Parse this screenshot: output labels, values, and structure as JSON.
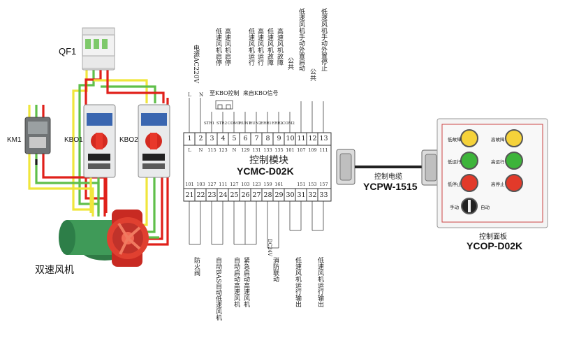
{
  "device_labels": {
    "breaker": "QF1",
    "contactor": "KM1",
    "starter1": "KBO1",
    "starter2": "KBO2",
    "fan": "双速风机"
  },
  "module": {
    "title": "控制模块",
    "model": "YCMC-D02K",
    "top_terminal_numbers": [
      "1",
      "2",
      "3",
      "4",
      "5",
      "6",
      "7",
      "8",
      "9",
      "10",
      "11",
      "12",
      "13"
    ],
    "top_codes": [
      "L",
      "N",
      "115",
      "123",
      "N",
      "129",
      "131",
      "133",
      "135",
      "101",
      "107",
      "109",
      "111"
    ],
    "bottom_terminal_numbers": [
      "21",
      "22",
      "23",
      "24",
      "25",
      "26",
      "27",
      "28",
      "29",
      "30",
      "31",
      "32",
      "33"
    ],
    "bottom_codes": [
      "101",
      "103",
      "127",
      "111",
      "127",
      "103",
      "123",
      "159",
      "161",
      "",
      "151",
      "153",
      "157"
    ],
    "top_labels": [
      "电源AC220V",
      "低速风机启停",
      "高速风机启停",
      "低速风机运行",
      "高速风机运行",
      "低速风机故障",
      "高速风机故障",
      "公共",
      "低速风机手动外置启动",
      "公共",
      "低速风机手动外置停止"
    ],
    "top_sub_labels": [
      "至KBO控制",
      "来自KBO信号"
    ],
    "top_wire_tags": [
      "L",
      "N",
      "STR1",
      "STR2",
      "COM1",
      "RUN1",
      "RUN2",
      "ERR1",
      "ERR2",
      "COM2"
    ],
    "bottom_labels": [
      "防火阀",
      "自动BAS自动低速风机",
      "自动启动高速风机",
      "紧急启动高速风机",
      "消防联动",
      "低速风机运行输出",
      "低速风机运行输出"
    ],
    "bottom_tags": [
      "DC24V"
    ]
  },
  "cable": {
    "name": "控制电缆",
    "model": "YCPW-1515"
  },
  "panel": {
    "title": "控制面板",
    "model": "YCOP-D02K",
    "left_lamps": [
      "低故障",
      "低运行",
      "低停止"
    ],
    "right_lamps": [
      "高故障",
      "高运行",
      "高停止"
    ],
    "switch_left": "手动",
    "switch_right": "自动",
    "lamp_colors": {
      "fault": "#f5d23a",
      "run": "#3db43a",
      "stop": "#e23a2a"
    }
  },
  "wire_colors": {
    "yellow": "#f0e63c",
    "green": "#5fbf4a",
    "red": "#e0201a",
    "black": "#1a1a1a"
  }
}
